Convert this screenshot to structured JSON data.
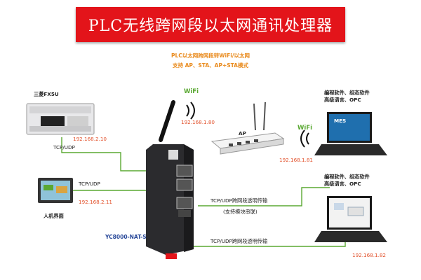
{
  "banner": {
    "title": "PLC无线跨网段以太网通讯处理器"
  },
  "subtitle": {
    "line1": "PLC以太网跨网段转WiFi/以太网",
    "line2": "支持 AP、STA、AP+STA模式"
  },
  "plc": {
    "label": "三菱FX5U",
    "ip": "192.168.2.10",
    "link": "TCP/UDP"
  },
  "hmi": {
    "label": "人机界面",
    "ip": "192.168.2.11",
    "link": "TCP/UDP"
  },
  "gateway": {
    "model": "YC8000-NAT-S",
    "wifi": "WiFi",
    "ip": "192.168.1.80"
  },
  "router": {
    "label": "AP"
  },
  "laptop1": {
    "wifi": "WiFi",
    "ip": "192.168.1.81",
    "line1": "编程软件、组态软件",
    "line2": "高级语言、OPC",
    "screen": "MES"
  },
  "laptop2": {
    "ip": "192.168.1.82",
    "line1": "编程软件、组态软件",
    "line2": "高级语言、OPC"
  },
  "links": {
    "middle": "TCP/UDP跨网段透明传输",
    "middle_note": "(支持模块串联)",
    "bottom": "TCP/UDP跨网段透明传输"
  },
  "colors": {
    "banner": "#e3141a",
    "line": "#5aa832",
    "ip": "#e2502a",
    "accent": "#e98a1c",
    "model": "#2a4a9a"
  }
}
